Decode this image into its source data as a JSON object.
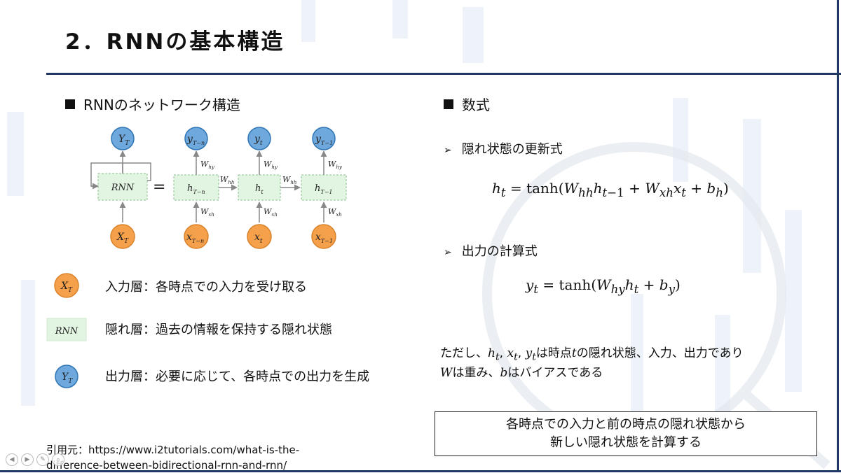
{
  "title": "2．RNNの基本構造",
  "left_section": {
    "heading": "RNNのネットワーク構造",
    "diagram": {
      "loop_cell": {
        "input": "X",
        "input_sub": "T",
        "cell": "RNN",
        "output": "Y",
        "output_sub": "T"
      },
      "equals": "=",
      "unrolled": [
        {
          "input": "x",
          "input_sub": "T−n",
          "hidden": "h",
          "hidden_sub": "T−n",
          "output": "y",
          "output_sub": "T−n"
        },
        {
          "input": "x",
          "input_sub": "t",
          "hidden": "h",
          "hidden_sub": "t",
          "output": "y",
          "output_sub": "t"
        },
        {
          "input": "x",
          "input_sub": "T−1",
          "hidden": "h",
          "hidden_sub": "T−1",
          "output": "y",
          "output_sub": "T−1"
        }
      ],
      "weights": {
        "W": "W",
        "hy": "hy",
        "xh": "xh",
        "hh": "hh"
      }
    },
    "legend": [
      {
        "symbol": "X",
        "symbol_sub": "T",
        "kind": "input",
        "text": "入力層：各時点での入力を受け取る"
      },
      {
        "symbol": "RNN",
        "kind": "hidden",
        "text": "隠れ層：過去の情報を保持する隠れ状態"
      },
      {
        "symbol": "Y",
        "symbol_sub": "T",
        "kind": "output",
        "text": "出力層：必要に応じて、各時点での出力を生成"
      }
    ],
    "colors": {
      "input_fill": "#f5a04a",
      "input_stroke": "#d9822b",
      "output_fill": "#6fa8dc",
      "output_stroke": "#2e75b6",
      "hidden_fill": "#e2f5e2",
      "hidden_stroke": "#8cbf8c"
    }
  },
  "right_section": {
    "heading": "数式",
    "bullets": [
      {
        "label": "隠れ状態の更新式"
      },
      {
        "label": "出力の計算式"
      }
    ],
    "note": {
      "prefix": "ただし、",
      "vars": "h",
      "middle": "は時点",
      "t": "t",
      "suffix": "の隠れ状態、入力、出力であり",
      "line2_W": "W",
      "line2_a": "は重み、",
      "line2_b": "b",
      "line2_c": "はバイアスである"
    },
    "summary_line1": "各時点での入力と前の時点の隠れ状態から",
    "summary_line2": "新しい隠れ状態を計算する"
  },
  "citation_line1": "引用元：https://www.i2tutorials.com/what-is-the-",
  "citation_line2": "difference-between-bidirectional-rnn-and-rnn/",
  "accent_color": "#1f3864"
}
